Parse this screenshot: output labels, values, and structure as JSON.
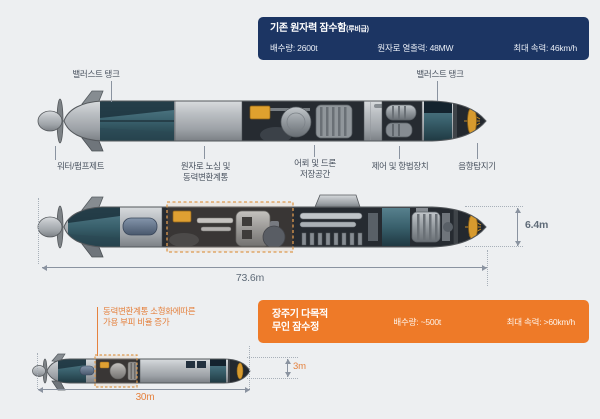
{
  "colors": {
    "background": "#edeff1",
    "navy_panel": "#1c3563",
    "orange_panel": "#ee7a28",
    "orange_accent": "#e5823f",
    "label_text": "#49525f",
    "dimension_text": "#5f6b78",
    "reactor_orange": "#dfa12e",
    "hull_gray": "#a8adb2",
    "ballast_teal": "#39606c"
  },
  "existing_sub_panel": {
    "title": "기존 원자력 잠수함",
    "title_note": "(루비급)",
    "spec_displacement": "배수량: 2600t",
    "spec_reactor_power": "원자로 열출력: 48MW",
    "spec_max_speed": "최대 속력: 46km/h"
  },
  "profile_view": {
    "label_ballast_left": "밸러스트 탱크",
    "label_ballast_right": "밸러스트 탱크",
    "label_pumpjet": "워터/펌프제트",
    "label_reactor": "원자로 노심 및\n동력변환계통",
    "label_torpedo": "어뢰 및 드론\n저장공간",
    "label_control": "제어 및 항법장치",
    "label_sonar": "음향탐지기"
  },
  "cutaway_view": {
    "dim_length": "73.6m",
    "dim_height": "6.4m"
  },
  "uuv_view": {
    "annotation": "동력변환계통 소형화에따른\n가용 부피 비율 증가",
    "dim_length": "30m",
    "dim_height": "3m"
  },
  "uuv_panel": {
    "title": "장주기 다목적\n무인 잠수정",
    "spec_displacement": "배수량: ~500t",
    "spec_max_speed": "최대 속력: >60km/h"
  }
}
